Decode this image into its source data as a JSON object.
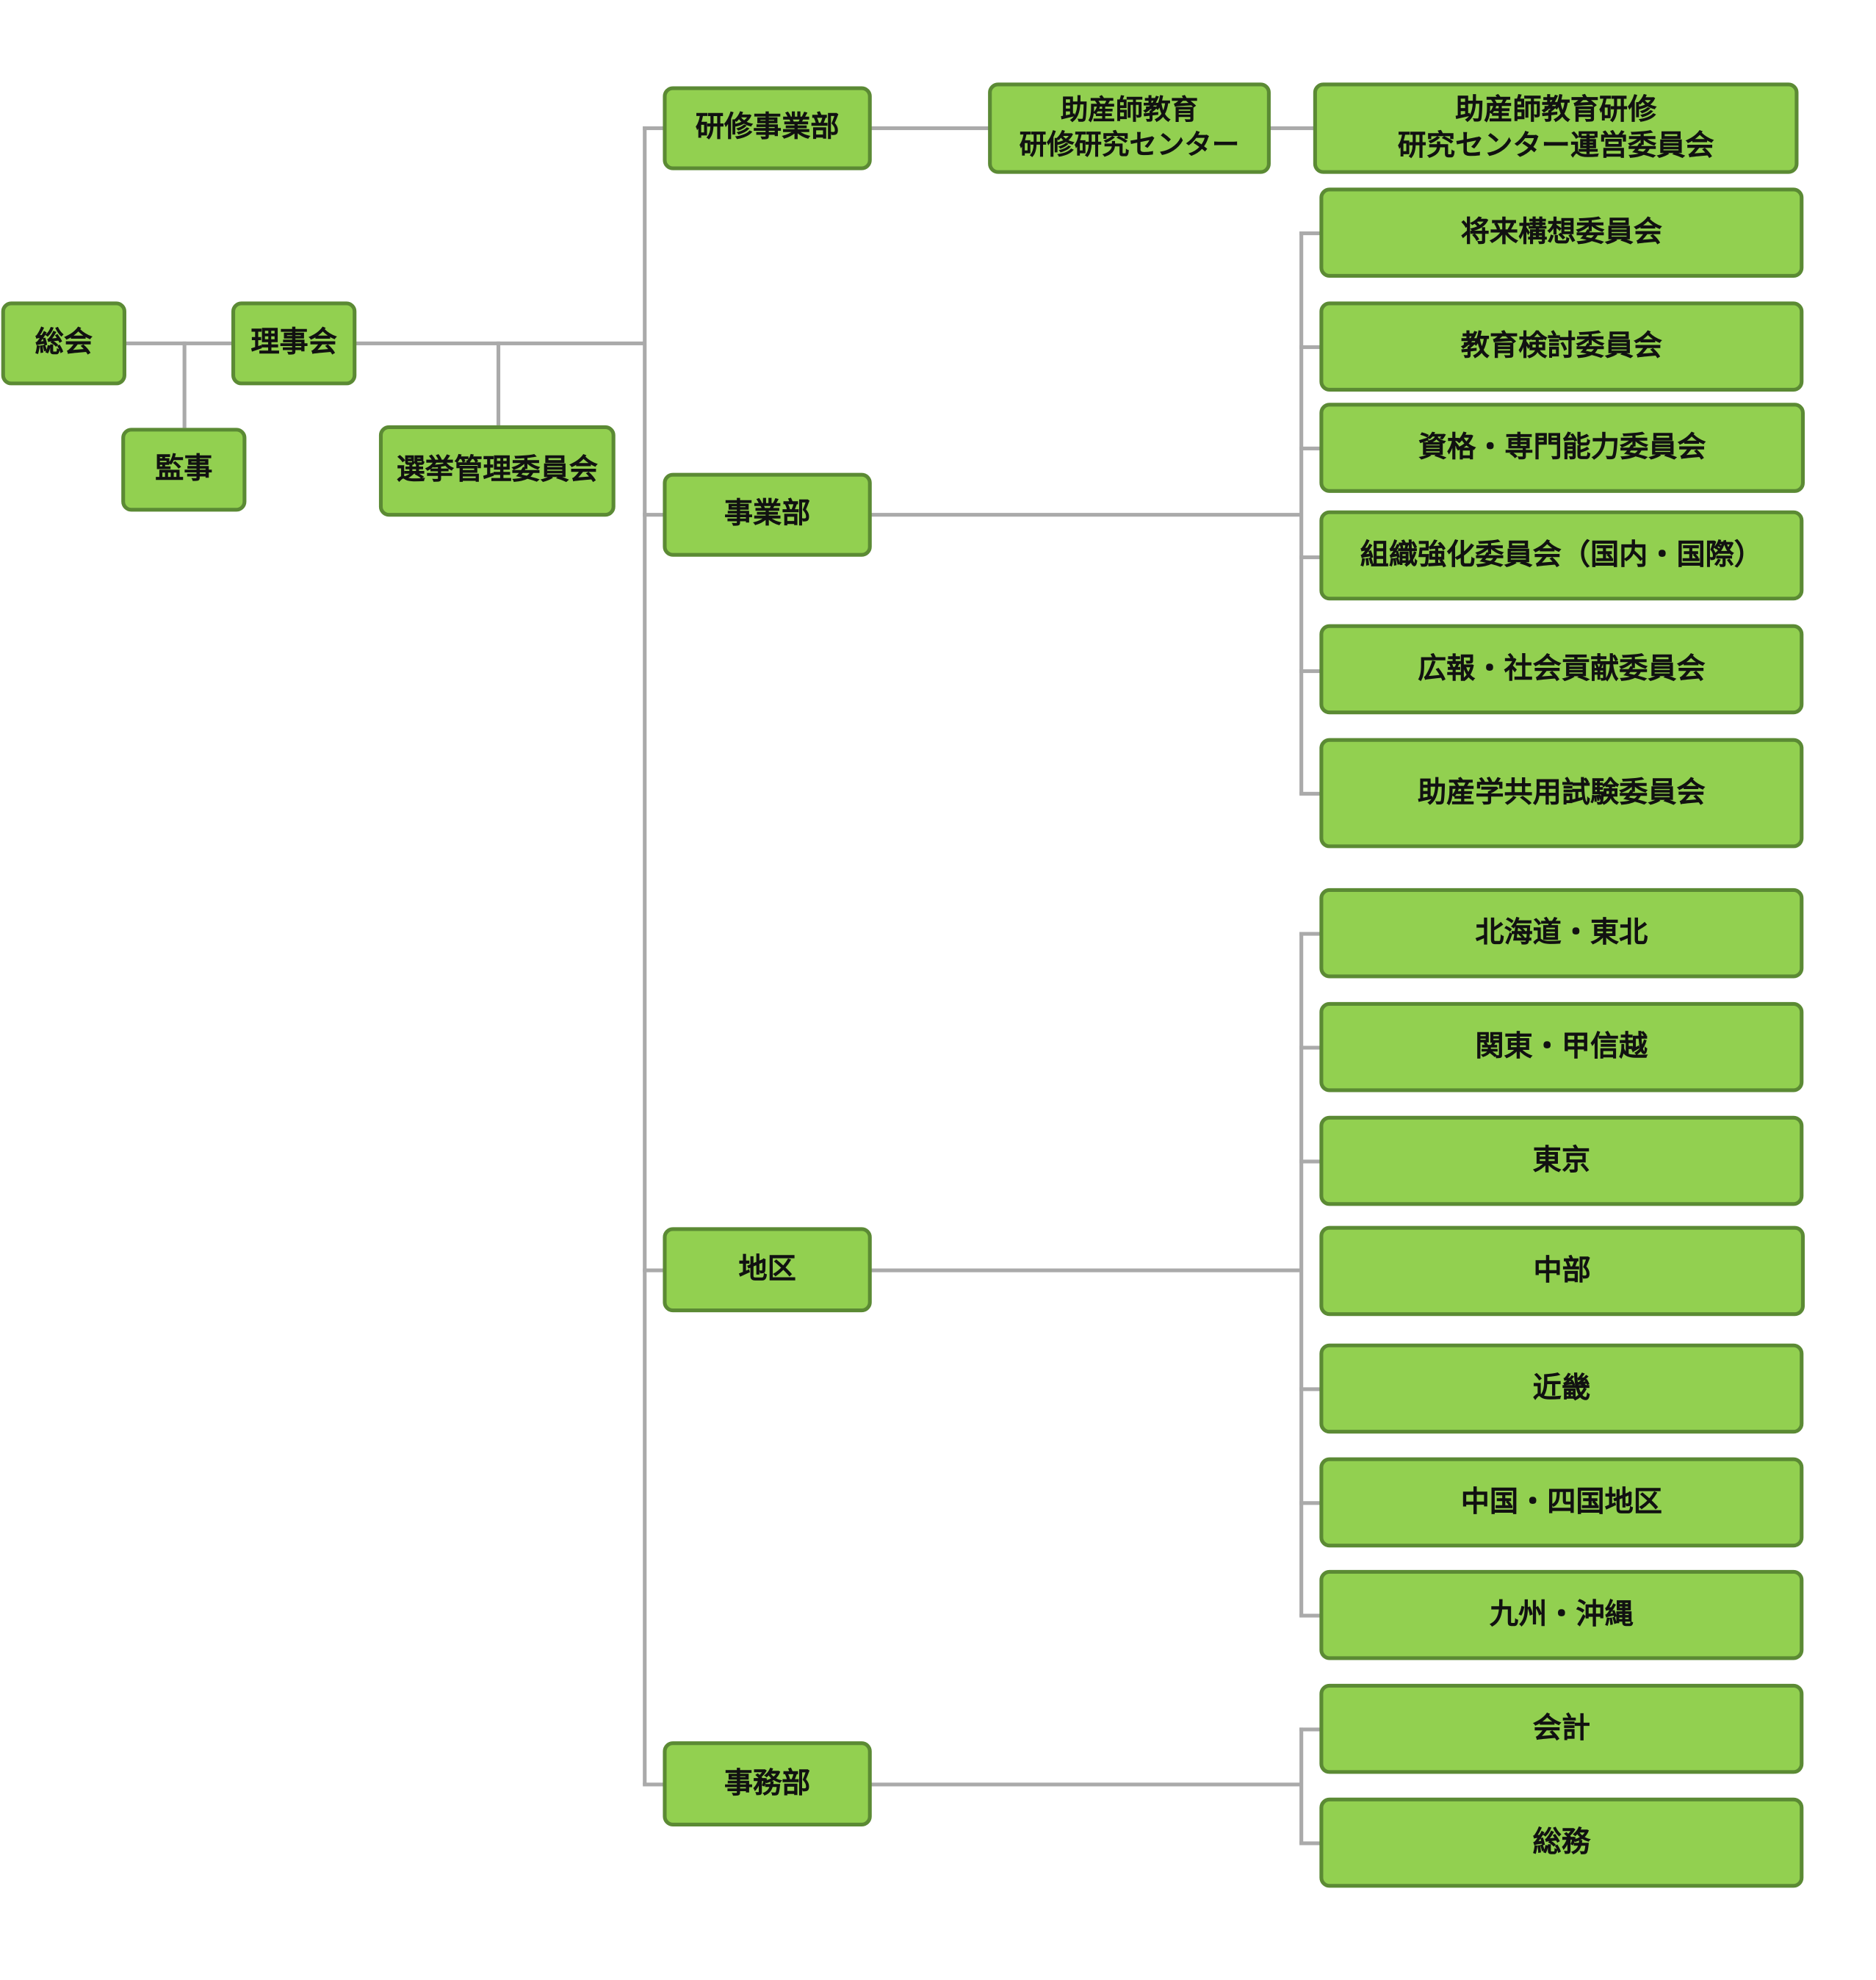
{
  "top": {
    "general_assembly": "総会",
    "board": "理事会",
    "auditor": "監事",
    "election_committee": "選挙管理委員会"
  },
  "divisions": {
    "training": {
      "label": "研修事業部",
      "center": "助産師教育\n研修研究センター",
      "center_committee": "助産師教育研修\n研究センター運営委員会"
    },
    "business": {
      "label": "事業部",
      "committees": [
        "将来構想委員会",
        "教育検討委員会",
        "資格・専門能力委員会",
        "組織強化委員会（国内・国際）",
        "広報・社会貢献委員会",
        "助産学共用試験委員会"
      ]
    },
    "regions": {
      "label": "地区",
      "items": [
        "北海道・東北",
        "関東・甲信越",
        "東京",
        "中部",
        "近畿",
        "中国・四国地区",
        "九州・沖縄"
      ]
    },
    "secretariat": {
      "label": "事務部",
      "items": [
        "会計",
        "総務"
      ]
    }
  },
  "colors": {
    "box_fill": "#92d050",
    "box_border": "#5b8a34",
    "line": "#aaaaaa"
  }
}
